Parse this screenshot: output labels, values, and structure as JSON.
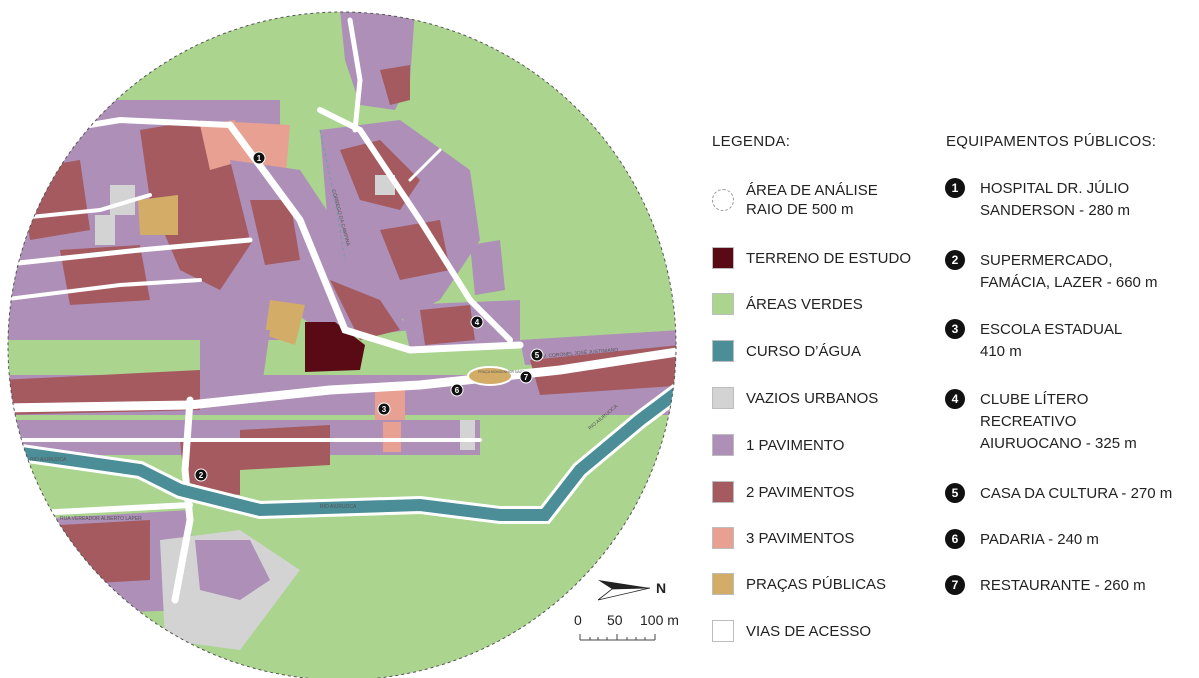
{
  "legend": {
    "title": "LEGENDA:",
    "items": [
      {
        "id": "analysis-area",
        "label": "ÁREA DE ANÁLISE\nRAIO DE 500 m",
        "color": "#ffffff"
      },
      {
        "id": "study-site",
        "label": "TERRENO DE ESTUDO",
        "color": "#5a0a15"
      },
      {
        "id": "green-areas",
        "label": "ÁREAS VERDES",
        "color": "#abd48f"
      },
      {
        "id": "watercourse",
        "label": "CURSO D’ÁGUA",
        "color": "#4b8e98"
      },
      {
        "id": "urban-voids",
        "label": "VAZIOS URBANOS",
        "color": "#d3d3d3"
      },
      {
        "id": "one-floor",
        "label": "1 PAVIMENTO",
        "color": "#ad8fb8"
      },
      {
        "id": "two-floors",
        "label": "2 PAVIMENTOS",
        "color": "#a45a5f"
      },
      {
        "id": "three-floors",
        "label": "3 PAVIMENTOS",
        "color": "#e7a091"
      },
      {
        "id": "public-squares",
        "label": "PRAÇAS PÚBLICAS",
        "color": "#d3ad68"
      },
      {
        "id": "access-roads",
        "label": "VIAS DE ACESSO",
        "color": "#ffffff"
      }
    ]
  },
  "equipment": {
    "title": "EQUIPAMENTOS PÚBLICOS:",
    "items": [
      {
        "num": "1",
        "label": "HOSPITAL DR. JÚLIO\nSANDERSON - 280 m"
      },
      {
        "num": "2",
        "label": "SUPERMERCADO,\nFAMÁCIA, LAZER - 660 m"
      },
      {
        "num": "3",
        "label": "ESCOLA ESTADUAL\n410 m"
      },
      {
        "num": "4",
        "label": "CLUBE LÍTERO\nRECREATIVO\nAIURUOCANO - 325 m"
      },
      {
        "num": "5",
        "label": "CASA DA CULTURA - 270 m"
      },
      {
        "num": "6",
        "label": "PADARIA - 240 m"
      },
      {
        "num": "7",
        "label": "RESTAURANTE - 260 m"
      }
    ]
  },
  "scale": {
    "ticks": [
      "0",
      "50",
      "100 m"
    ],
    "north": "N"
  },
  "map_labels": {
    "river1": "RIO AIURUOCA",
    "river2": "RIO AIURUOCA",
    "river3": "RIO AIURUOCA",
    "stream": "CÓRREGO DA CAMPINA",
    "square": "PRAÇA MONSENHOR NAGEL",
    "street1": "AV. CORONEL JOSÉ JUSTINIANO",
    "street2": "RUA VEREADOR ALBERTO LAPER"
  },
  "markers": [
    {
      "num": "1",
      "label": "1"
    },
    {
      "num": "2",
      "label": "2"
    },
    {
      "num": "3",
      "label": "3"
    },
    {
      "num": "4",
      "label": "4"
    },
    {
      "num": "5",
      "label": "5"
    },
    {
      "num": "6",
      "label": "6"
    },
    {
      "num": "7",
      "label": "7"
    }
  ]
}
